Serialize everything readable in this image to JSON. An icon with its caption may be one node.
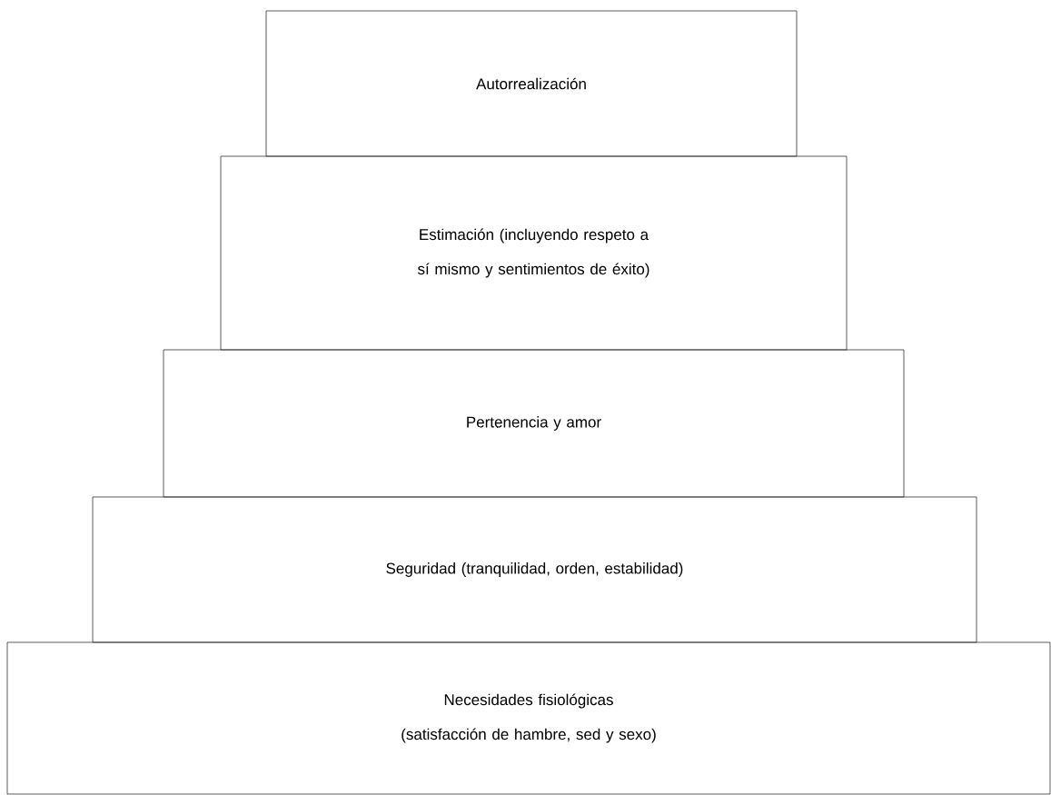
{
  "diagram": {
    "nodes": [
      {
        "text": [
          "Autorrealización"
        ]
      },
      {
        "text": [
          "Estimación (incluyendo respeto a sí mismo y sentimientos de éxito)"
        ]
      },
      {
        "text": [
          "Pertenencia y amor"
        ]
      },
      {
        "text": [
          "Seguridad (tranquilidad, orden, estabilidad)"
        ]
      },
      {
        "text": [
          "Necesidades fisiológicas (satisfacción de hambre, sed y sexo)"
        ]
      }
    ]
  }
}
